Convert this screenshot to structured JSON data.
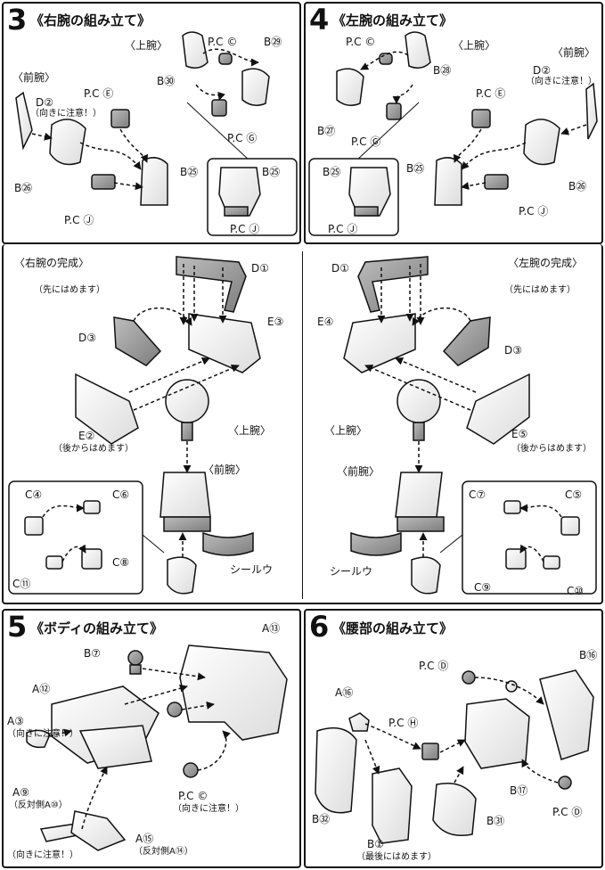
{
  "step3": {
    "number": "3",
    "title": "《右腕の組み立て》",
    "labels": {
      "pcC": "P.C ©",
      "b29": "B㉙",
      "upper_arm": "〈上腕〉",
      "b30": "B㉚",
      "forearm": "〈前腕〉",
      "d2": "D②",
      "d2_note": "（向きに注意！）",
      "pcE": "P.C Ⓔ",
      "pcG": "P.C Ⓖ",
      "b25": "B㉕",
      "b26": "B㉖",
      "pcJ": "P.C Ⓙ",
      "inset_b25": "B㉕",
      "inset_pcJ": "P.C Ⓙ"
    }
  },
  "step4": {
    "number": "4",
    "title": "《左腕の組み立て》",
    "labels": {
      "pcC": "P.C ©",
      "upper_arm": "〈上腕〉",
      "b28": "B㉘",
      "forearm": "〈前腕〉",
      "d2": "D②",
      "d2_note": "（向きに注意！）",
      "b27": "B㉗",
      "pcE": "P.C Ⓔ",
      "pcG": "P.C Ⓖ",
      "b25": "B㉕",
      "b26": "B㉖",
      "pcJ": "P.C Ⓙ",
      "inset_b25": "B㉕",
      "inset_pcJ": "P.C Ⓙ"
    }
  },
  "right_arm_complete": {
    "heading": "〈右腕の完成〉",
    "first_note": "（先にはめます）",
    "d1": "D①",
    "d3": "D③",
    "e3": "E③",
    "e2": "E②",
    "e2_note": "（後からはめます）",
    "upper_arm": "〈上腕〉",
    "forearm": "〈前腕〉",
    "c4": "C④",
    "c6": "C⑥",
    "c11": "C⑪",
    "c8": "C⑧",
    "seal": "シールウ"
  },
  "left_arm_complete": {
    "heading": "〈左腕の完成〉",
    "first_note": "（先にはめます）",
    "d1": "D①",
    "e4": "E④",
    "d3": "D③",
    "e5": "E⑤",
    "e5_note": "（後からはめます）",
    "upper_arm": "〈上腕〉",
    "forearm": "〈前腕〉",
    "c7": "C⑦",
    "c5": "C⑤",
    "c9": "C⑨",
    "c10": "C⑩",
    "seal": "シールウ"
  },
  "step5": {
    "number": "5",
    "title": "《ボディの組み立て》",
    "labels": {
      "a13": "A⑬",
      "b7": "B⑦",
      "a12": "A⑫",
      "a3": "A③",
      "a3_note": "（向きに注意！）",
      "a9": "A⑨",
      "a10": "（反対側A⑩）",
      "a9_note": "（向きに注意！）",
      "pcC": "P.C ©",
      "pcC_note": "（向きに注意！）",
      "a15": "A⑮",
      "a14": "（反対側A⑭）"
    }
  },
  "step6": {
    "number": "6",
    "title": "《腰部の組み立て》",
    "labels": {
      "b16": "B⑯",
      "pcD_top": "P.C Ⓓ",
      "a16": "A⑯",
      "pcH": "P.C Ⓗ",
      "b17": "B⑰",
      "b32": "B㉜",
      "b31": "B㉛",
      "b1": "B①",
      "b1_note": "（最後にはめます）",
      "pcD_bottom": "P.C Ⓓ"
    }
  }
}
